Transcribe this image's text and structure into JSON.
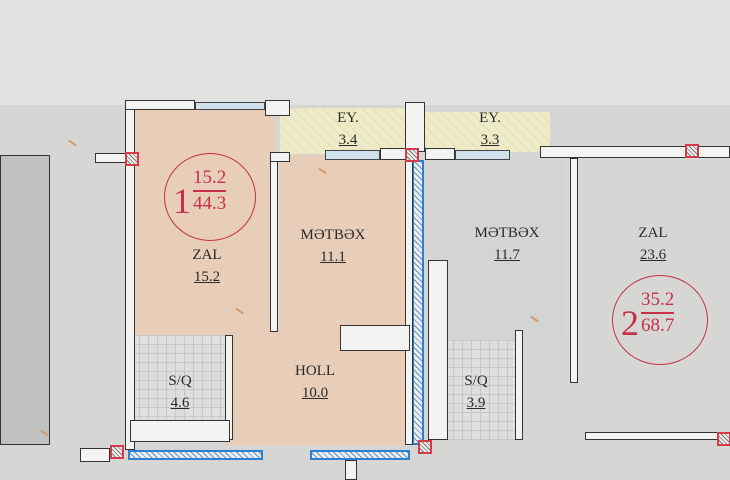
{
  "apartment_1": {
    "number": "1",
    "living_area": "15.2",
    "total_area": "44.3",
    "rooms": [
      {
        "name": "ZAL",
        "area": "15.2"
      },
      {
        "name": "MƏTBƏX",
        "area": "11.1"
      },
      {
        "name": "HOLL",
        "area": "10.0"
      },
      {
        "name": "S/Q",
        "area": "4.6"
      },
      {
        "name": "EY.",
        "area": "3.4"
      }
    ]
  },
  "apartment_2": {
    "number": "2",
    "living_area": "35.2",
    "total_area": "68.7",
    "rooms": [
      {
        "name": "ZAL",
        "area": "23.6"
      },
      {
        "name": "MƏTBƏX",
        "area": "11.7"
      },
      {
        "name": "S/Q",
        "area": "3.9"
      },
      {
        "name": "EY.",
        "area": "3.3"
      }
    ]
  },
  "colors": {
    "apartment_1_fill": "#e8cdb8",
    "marker": "#c6304a",
    "wall_accent": "#2f7fd0"
  }
}
